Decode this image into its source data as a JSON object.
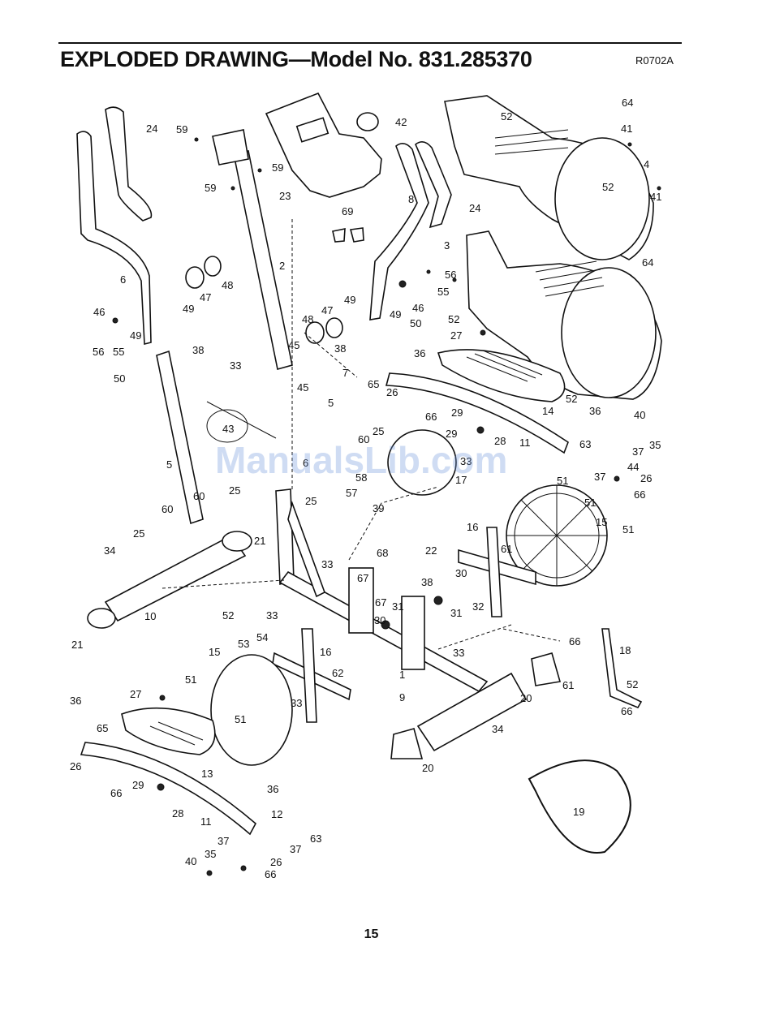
{
  "header": {
    "title": "EXPLODED DRAWING—Model No. 831.285370",
    "code": "R0702A"
  },
  "page_number": "15",
  "watermark": "ManualsLib.com",
  "drawing": {
    "callouts": [
      {
        "num": "24"
      },
      {
        "num": "59"
      },
      {
        "num": "59"
      },
      {
        "num": "59"
      },
      {
        "num": "23"
      },
      {
        "num": "42"
      },
      {
        "num": "52"
      },
      {
        "num": "64"
      },
      {
        "num": "41"
      },
      {
        "num": "4"
      },
      {
        "num": "52"
      },
      {
        "num": "41"
      },
      {
        "num": "64"
      },
      {
        "num": "8"
      },
      {
        "num": "24"
      },
      {
        "num": "69"
      },
      {
        "num": "2"
      },
      {
        "num": "6"
      },
      {
        "num": "48"
      },
      {
        "num": "47"
      },
      {
        "num": "49"
      },
      {
        "num": "46"
      },
      {
        "num": "49"
      },
      {
        "num": "56"
      },
      {
        "num": "55"
      },
      {
        "num": "38"
      },
      {
        "num": "33"
      },
      {
        "num": "45"
      },
      {
        "num": "45"
      },
      {
        "num": "48"
      },
      {
        "num": "47"
      },
      {
        "num": "49"
      },
      {
        "num": "49"
      },
      {
        "num": "46"
      },
      {
        "num": "56"
      },
      {
        "num": "55"
      },
      {
        "num": "3"
      },
      {
        "num": "52"
      },
      {
        "num": "27"
      },
      {
        "num": "50"
      },
      {
        "num": "38"
      },
      {
        "num": "7"
      },
      {
        "num": "36"
      },
      {
        "num": "50"
      },
      {
        "num": "65"
      },
      {
        "num": "26"
      },
      {
        "num": "66"
      },
      {
        "num": "14"
      },
      {
        "num": "52"
      },
      {
        "num": "5"
      },
      {
        "num": "43"
      },
      {
        "num": "25"
      },
      {
        "num": "60"
      },
      {
        "num": "29"
      },
      {
        "num": "28"
      },
      {
        "num": "29"
      },
      {
        "num": "33"
      },
      {
        "num": "11"
      },
      {
        "num": "36"
      },
      {
        "num": "40"
      },
      {
        "num": "63"
      },
      {
        "num": "37"
      },
      {
        "num": "35"
      },
      {
        "num": "44"
      },
      {
        "num": "37"
      },
      {
        "num": "6"
      },
      {
        "num": "58"
      },
      {
        "num": "17"
      },
      {
        "num": "5"
      },
      {
        "num": "25"
      },
      {
        "num": "57"
      },
      {
        "num": "39"
      },
      {
        "num": "26"
      },
      {
        "num": "66"
      },
      {
        "num": "51"
      },
      {
        "num": "51"
      },
      {
        "num": "15"
      },
      {
        "num": "60"
      },
      {
        "num": "60"
      },
      {
        "num": "25"
      },
      {
        "num": "25"
      },
      {
        "num": "16"
      },
      {
        "num": "61"
      },
      {
        "num": "51"
      },
      {
        "num": "21"
      },
      {
        "num": "34"
      },
      {
        "num": "68"
      },
      {
        "num": "22"
      },
      {
        "num": "38"
      },
      {
        "num": "30"
      },
      {
        "num": "32"
      },
      {
        "num": "33"
      },
      {
        "num": "67"
      },
      {
        "num": "67"
      },
      {
        "num": "31"
      },
      {
        "num": "31"
      },
      {
        "num": "10"
      },
      {
        "num": "52"
      },
      {
        "num": "33"
      },
      {
        "num": "30"
      },
      {
        "num": "53"
      },
      {
        "num": "54"
      },
      {
        "num": "21"
      },
      {
        "num": "66"
      },
      {
        "num": "18"
      },
      {
        "num": "15"
      },
      {
        "num": "16"
      },
      {
        "num": "62"
      },
      {
        "num": "33"
      },
      {
        "num": "1"
      },
      {
        "num": "52"
      },
      {
        "num": "51"
      },
      {
        "num": "27"
      },
      {
        "num": "9"
      },
      {
        "num": "20"
      },
      {
        "num": "61"
      },
      {
        "num": "33"
      },
      {
        "num": "36"
      },
      {
        "num": "66"
      },
      {
        "num": "65"
      },
      {
        "num": "51"
      },
      {
        "num": "34"
      },
      {
        "num": "26"
      },
      {
        "num": "13"
      },
      {
        "num": "20"
      },
      {
        "num": "66"
      },
      {
        "num": "29"
      },
      {
        "num": "28"
      },
      {
        "num": "36"
      },
      {
        "num": "19"
      },
      {
        "num": "11"
      },
      {
        "num": "12"
      },
      {
        "num": "63"
      },
      {
        "num": "37"
      },
      {
        "num": "37"
      },
      {
        "num": "26"
      },
      {
        "num": "40"
      },
      {
        "num": "35"
      },
      {
        "num": "66"
      }
    ]
  }
}
